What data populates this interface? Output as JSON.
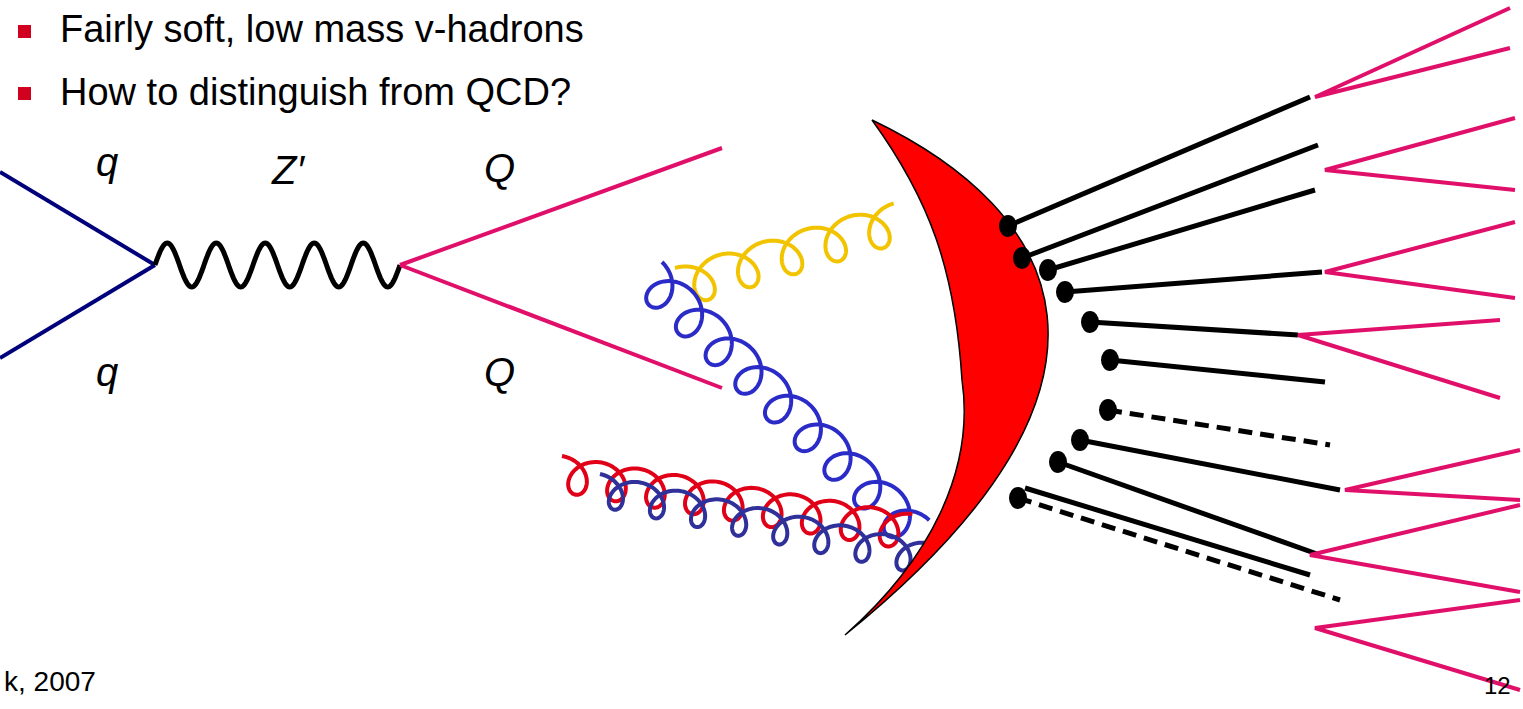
{
  "diagram": {
    "labels": [
      "Fairly soft, low mass v-hadrons",
      "How to distinguish from QCD?",
      "q",
      "Z′",
      "Q",
      "q",
      "Q",
      "k, 2007",
      "12"
    ]
  }
}
